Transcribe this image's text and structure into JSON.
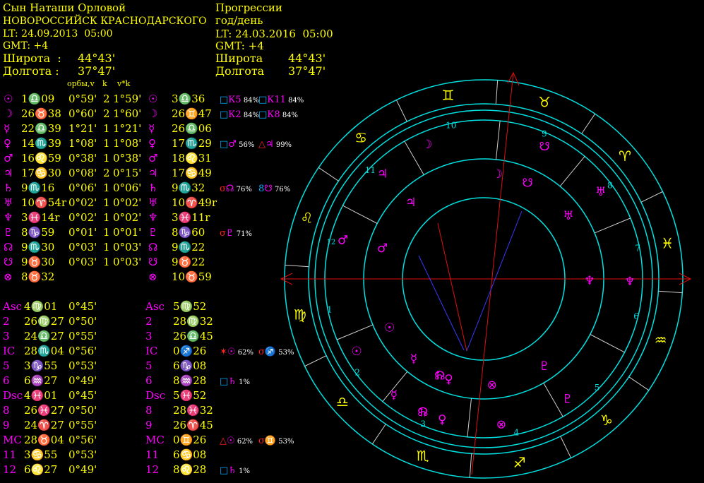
{
  "natal": {
    "name": "Сын Наташи Орловой",
    "place": "НОВОРОССИЙСК КРАСНОДАРСКОГО",
    "lt": "LT: 24.09.2013  05:00",
    "gmt": "GMT: +4",
    "lat_label": "Широта  :",
    "lat_value": "44°43'",
    "lon_label": "Долгота :",
    "lon_value": "37°47'"
  },
  "progression": {
    "title": "Прогрессии",
    "subtitle": "год/день",
    "lt": "LT: 24.03.2016  05:00",
    "gmt": "GMT: +4",
    "lat_label": "Широта",
    "lat_value": "44°43'",
    "lon_label": "Долгота",
    "lon_value": "37°47'"
  },
  "columns": {
    "orb": "орбы,v",
    "k": "k",
    "vk": "v*k"
  },
  "planets": [
    {
      "sym": "☉",
      "pos": "1♎09",
      "orb": "0°59'",
      "k": "2",
      "vk": "1°59'",
      "psym": "☉",
      "ppos": "3♎36",
      "asp": [
        {
          "c": "#00b0ff",
          "g": "□",
          "pl": "К5",
          "pct": "84%"
        },
        {
          "c": "#00b0ff",
          "g": "□",
          "pl": "К11",
          "pct": "84%"
        }
      ]
    },
    {
      "sym": "☽",
      "pos": "26♉38",
      "orb": "0°60'",
      "k": "2",
      "vk": "1°60'",
      "psym": "☽",
      "ppos": "26♊47",
      "asp": [
        {
          "c": "#00b0ff",
          "g": "□",
          "pl": "К2",
          "pct": "84%"
        },
        {
          "c": "#00b0ff",
          "g": "□",
          "pl": "К8",
          "pct": "84%"
        }
      ]
    },
    {
      "sym": "☿",
      "pos": "22♎39",
      "orb": "1°21'",
      "k": "1",
      "vk": "1°21'",
      "psym": "☿",
      "ppos": "26♎06",
      "asp": []
    },
    {
      "sym": "♀",
      "pos": "14♏39",
      "orb": "1°08'",
      "k": "1",
      "vk": "1°08'",
      "psym": "♀",
      "ppos": "17♏29",
      "asp": [
        {
          "c": "#00b0ff",
          "g": "□",
          "pl": "♂",
          "pct": "56%"
        },
        {
          "c": "#ff2020",
          "g": "△",
          "pl": "♃",
          "pct": "99%"
        }
      ]
    },
    {
      "sym": "♂",
      "pos": "16♌59",
      "orb": "0°38'",
      "k": "1",
      "vk": "0°38'",
      "psym": "♂",
      "ppos": "18♌31",
      "asp": []
    },
    {
      "sym": "♃",
      "pos": "17♋30",
      "orb": "0°08'",
      "k": "2",
      "vk": "0°15'",
      "psym": "♃",
      "ppos": "17♋49",
      "asp": []
    },
    {
      "sym": "♄",
      "pos": "9♏16",
      "orb": "0°06'",
      "k": "1",
      "vk": "0°06'",
      "psym": "♄",
      "ppos": "9♏32",
      "asp": [
        {
          "c": "#ff2020",
          "g": "σ",
          "pl": "☊",
          "pct": "76%"
        },
        {
          "c": "#00b0ff",
          "g": "8",
          "pl": "☋",
          "pct": "76%"
        }
      ]
    },
    {
      "sym": "♅",
      "pos": "10♈54r",
      "orb": "0°02'",
      "k": "1",
      "vk": "0°02'",
      "psym": "♅",
      "ppos": "10♈49r",
      "asp": []
    },
    {
      "sym": "♆",
      "pos": "3♓14r",
      "orb": "0°02'",
      "k": "1",
      "vk": "0°02'",
      "psym": "♆",
      "ppos": "3♓11r",
      "asp": []
    },
    {
      "sym": "♇",
      "pos": "8♑59",
      "orb": "0°01'",
      "k": "1",
      "vk": "0°01'",
      "psym": "♇",
      "ppos": "8♑60",
      "asp": [
        {
          "c": "#ff2020",
          "g": "σ",
          "pl": "♇",
          "pct": "71%"
        }
      ]
    },
    {
      "sym": "☊",
      "pos": "9♏30",
      "orb": "0°03'",
      "k": "1",
      "vk": "0°03'",
      "psym": "☊",
      "ppos": "9♏22",
      "asp": []
    },
    {
      "sym": "☋",
      "pos": "9♉30",
      "orb": "0°03'",
      "k": "1",
      "vk": "0°03'",
      "psym": "☋",
      "ppos": "9♉22",
      "asp": []
    },
    {
      "sym": "⊗",
      "pos": "8♉32",
      "orb": "",
      "k": "",
      "vk": "",
      "psym": "⊗",
      "ppos": "10♉59",
      "asp": []
    }
  ],
  "houses": [
    {
      "lbl": "Asc",
      "pos": "4♍01",
      "orb": "0°45'",
      "plbl": "Asc",
      "ppos": "5♍52",
      "asp": []
    },
    {
      "lbl": "2",
      "pos": "26♍27",
      "orb": "0°50'",
      "plbl": "2",
      "ppos": "28♍32",
      "asp": []
    },
    {
      "lbl": "3",
      "pos": "24♎27",
      "orb": "0°55'",
      "plbl": "3",
      "ppos": "26♎45",
      "asp": []
    },
    {
      "lbl": "IC",
      "pos": "28♏04",
      "orb": "0°56'",
      "plbl": "IC",
      "ppos": "0♐26",
      "asp": [
        {
          "c": "#ff2020",
          "g": "✶",
          "pl": "☉",
          "pct": "62%"
        },
        {
          "c": "#ff2020",
          "g": "σ",
          "pl": "♐",
          "pct": "53%"
        }
      ]
    },
    {
      "lbl": "5",
      "pos": "3♑55",
      "orb": "0°53'",
      "plbl": "5",
      "ppos": "6♑08",
      "asp": []
    },
    {
      "lbl": "6",
      "pos": "6♒27",
      "orb": "0°49'",
      "plbl": "6",
      "ppos": "8♒28",
      "asp": [
        {
          "c": "#00b0ff",
          "g": "□",
          "pl": "♄",
          "pct": "1%"
        }
      ]
    },
    {
      "lbl": "Dsc",
      "pos": "4♓01",
      "orb": "0°45'",
      "plbl": "Dsc",
      "ppos": "5♓52",
      "asp": []
    },
    {
      "lbl": "8",
      "pos": "26♓27",
      "orb": "0°50'",
      "plbl": "8",
      "ppos": "28♓32",
      "asp": []
    },
    {
      "lbl": "9",
      "pos": "24♈27",
      "orb": "0°55'",
      "plbl": "9",
      "ppos": "26♈45",
      "asp": []
    },
    {
      "lbl": "MC",
      "pos": "28♉04",
      "orb": "0°56'",
      "plbl": "MC",
      "ppos": "0♊26",
      "asp": [
        {
          "c": "#ff2020",
          "g": "△",
          "pl": "☉",
          "pct": "62%"
        },
        {
          "c": "#ff2020",
          "g": "σ",
          "pl": "♊",
          "pct": "53%"
        }
      ]
    },
    {
      "lbl": "11",
      "pos": "3♋55",
      "orb": "0°53'",
      "plbl": "11",
      "ppos": "6♋08",
      "asp": []
    },
    {
      "lbl": "12",
      "pos": "6♌27",
      "orb": "0°49'",
      "plbl": "12",
      "ppos": "8♌28",
      "asp": [
        {
          "c": "#00b0ff",
          "g": "□",
          "pl": "♄",
          "pct": "1%"
        }
      ]
    }
  ],
  "wheel": {
    "asc_sign_offset_deg": 154,
    "zodiac": [
      "♈",
      "♉",
      "♊",
      "♋",
      "♌",
      "♍",
      "♎",
      "♏",
      "♐",
      "♑",
      "♒",
      "♓"
    ],
    "house_numbers": [
      "1",
      "2",
      "3",
      "4",
      "5",
      "6",
      "7",
      "8",
      "9",
      "10",
      "11",
      "12"
    ],
    "outer_planets": [
      {
        "g": "☽",
        "lon": 86.8
      },
      {
        "g": "☋",
        "lon": 39.4
      },
      {
        "g": "♅",
        "lon": 10.8
      },
      {
        "g": "♆",
        "lon": 333.2
      },
      {
        "g": "♇",
        "lon": 279.0
      },
      {
        "g": "⊗",
        "lon": 250.9
      },
      {
        "g": "♄",
        "lon": 219.5
      },
      {
        "g": "☊",
        "lon": 219.4
      },
      {
        "g": "♀",
        "lon": 227.5
      },
      {
        "g": "☿",
        "lon": 206.1
      },
      {
        "g": "☉",
        "lon": 183.6
      },
      {
        "g": "♂",
        "lon": 138.5
      },
      {
        "g": "♃",
        "lon": 107.8
      }
    ],
    "inner_planets": [
      {
        "g": "☽",
        "lon": 56.6
      },
      {
        "g": "☋",
        "lon": 39.5
      },
      {
        "g": "♅",
        "lon": 10.9
      },
      {
        "g": "♆",
        "lon": 333.2
      },
      {
        "g": "♇",
        "lon": 279.0
      },
      {
        "g": "⊗",
        "lon": 248.5
      },
      {
        "g": "♄",
        "lon": 219.3
      },
      {
        "g": "☊",
        "lon": 219.5
      },
      {
        "g": "♀",
        "lon": 224.7
      },
      {
        "g": "☿",
        "lon": 202.7
      },
      {
        "g": "☉",
        "lon": 181.2
      },
      {
        "g": "♂",
        "lon": 137.0
      },
      {
        "g": "♃",
        "lon": 107.5
      }
    ],
    "colors": {
      "ring": "#00e0e0",
      "glyph_outer": "#ffff00",
      "glyph_inner": "#ff00ff",
      "axis": "#e01010",
      "sign": "#ffff00"
    }
  }
}
